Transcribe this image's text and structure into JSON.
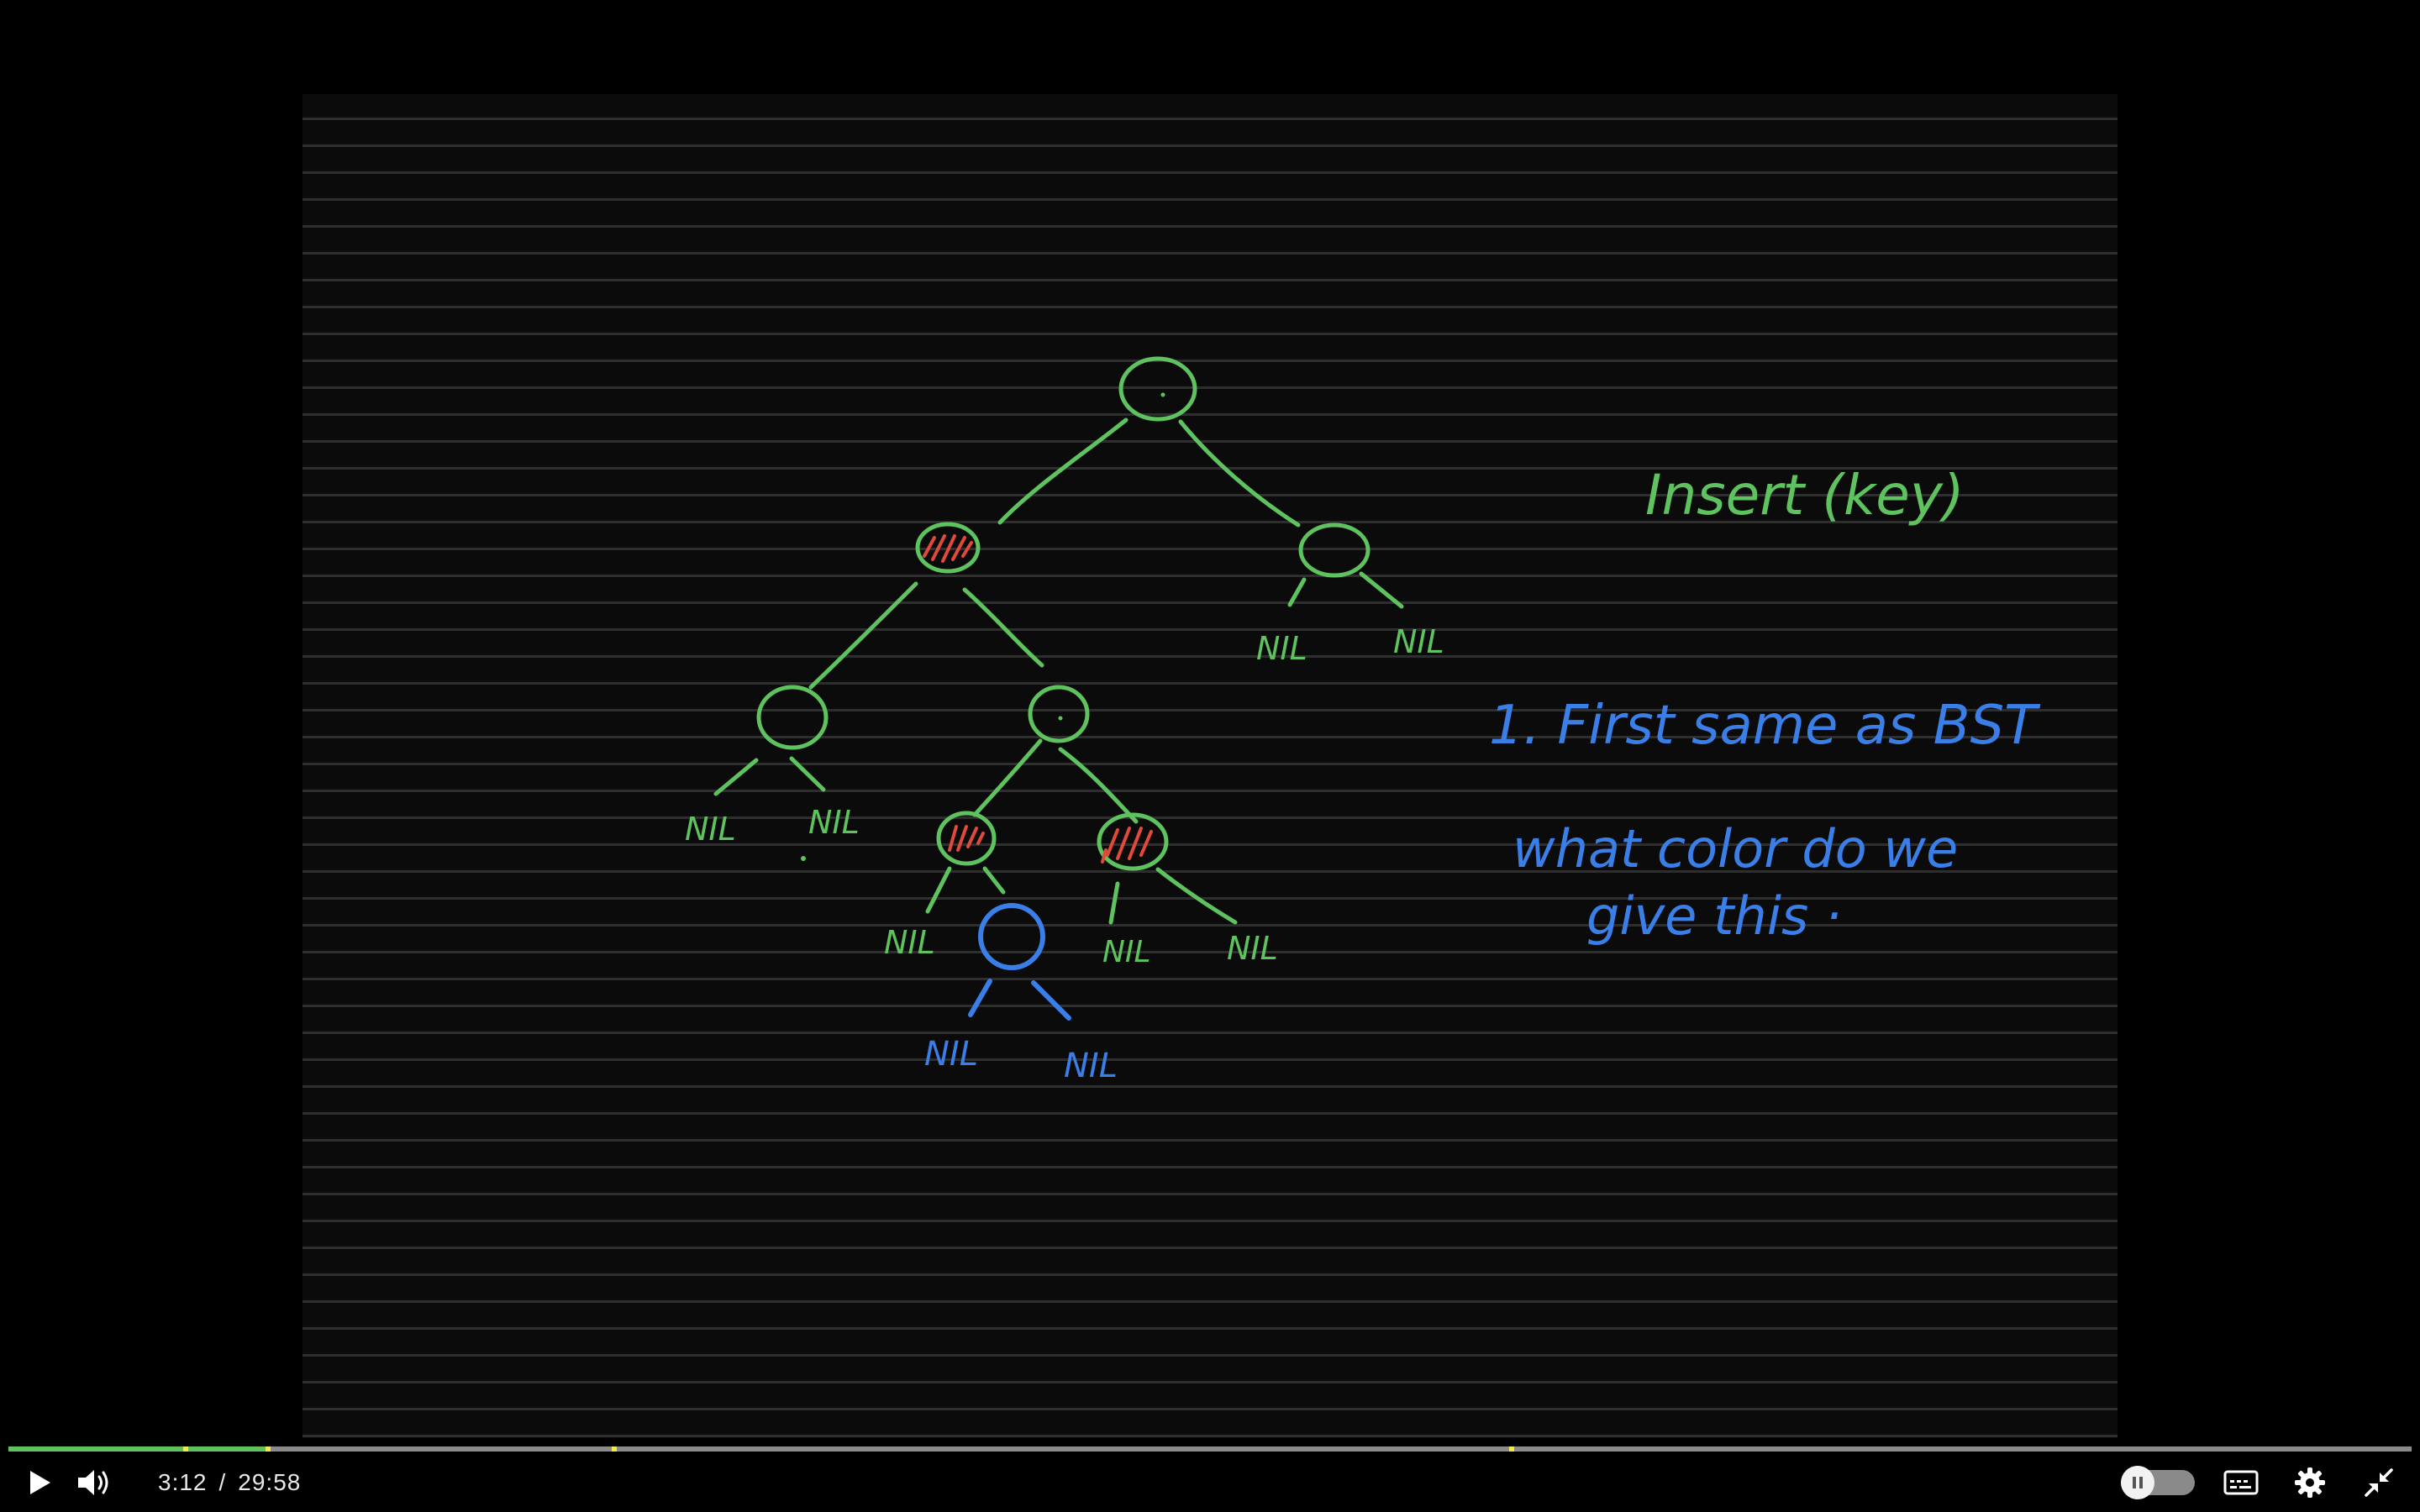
{
  "board": {
    "title_text": "Insert (key)",
    "step_text": "1. First same as BST",
    "question_line1": "what color do we",
    "question_line2": "give this ·",
    "nil_label": "NIL"
  },
  "player": {
    "current_time": "3:12",
    "separator": "/",
    "duration": "29:58",
    "progress_fraction": 0.107,
    "icons": {
      "play": "play-icon",
      "volume": "volume-icon",
      "autoplay": "autoplay-toggle",
      "captions": "captions-icon",
      "settings": "gear-icon",
      "fullscreen_exit": "exit-fullscreen-icon"
    }
  },
  "colors": {
    "tree_green": "#5ec25e",
    "new_node_blue": "#3a7ee8",
    "red_node": "#e04a3a",
    "progress_played": "#5ec25e",
    "progress_marker": "#f2e94e"
  }
}
